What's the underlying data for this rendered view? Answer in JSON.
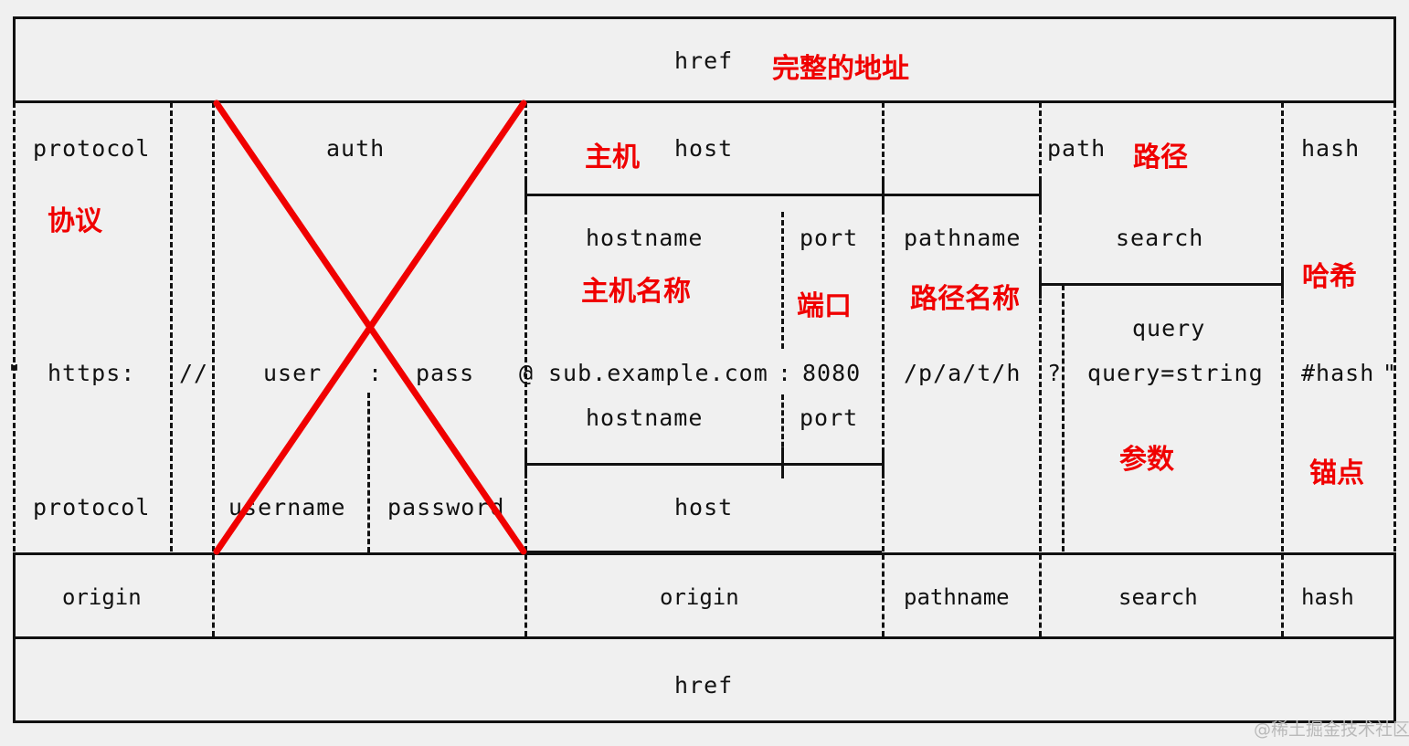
{
  "diagram": {
    "title": "URL anatomy diagram",
    "accent_red": "#f00000",
    "line_color": "#111111",
    "background": "#f0f0f0",
    "watermark": "@稀土掘金技术社区",
    "url_string": "\"https: // user : pass @ sub.example.com : 8080 /p/a/t/h ? query=string #hash \""
  },
  "row_href_top": {
    "label": "href",
    "annotation": "完整的地址"
  },
  "row_parts": {
    "protocol": {
      "label": "protocol",
      "annotation": "协议"
    },
    "auth": {
      "label": "auth",
      "annotation": ""
    },
    "host": {
      "label": "host",
      "annotation": "主机"
    },
    "path": {
      "label": "path",
      "annotation": "路径"
    },
    "hash": {
      "label": "hash",
      "annotation": "哈希"
    }
  },
  "row_subparts": {
    "hostname": {
      "label": "hostname",
      "annotation": "主机名称"
    },
    "port": {
      "label": "port",
      "annotation": "端口"
    },
    "pathname": {
      "label": "pathname",
      "annotation": "路径名称"
    },
    "search": {
      "label": "search",
      "annotation": ""
    },
    "query": {
      "label": "query",
      "annotation": ""
    }
  },
  "url_tokens": {
    "quote_open": "\"",
    "protocol": "https:",
    "slashes": "//",
    "username": "user",
    "colon1": ":",
    "password": "pass",
    "at": "@",
    "hostname": "sub.example.com",
    "colon2": ":",
    "port": "8080",
    "pathname": "/p/a/t/h",
    "question": "?",
    "query": "query=string",
    "hash": "#hash",
    "quote_close": "\""
  },
  "row_below": {
    "hostname": "hostname",
    "port": "port",
    "search_annotation": "参数",
    "hash_annotation": "锚点"
  },
  "row_named": {
    "protocol": "protocol",
    "username": "username",
    "password": "password",
    "host": "host"
  },
  "row_origin": {
    "origin_left": "origin",
    "origin_right": "origin",
    "pathname": "pathname",
    "search": "search",
    "hash": "hash"
  },
  "row_href_bottom": {
    "label": "href"
  }
}
